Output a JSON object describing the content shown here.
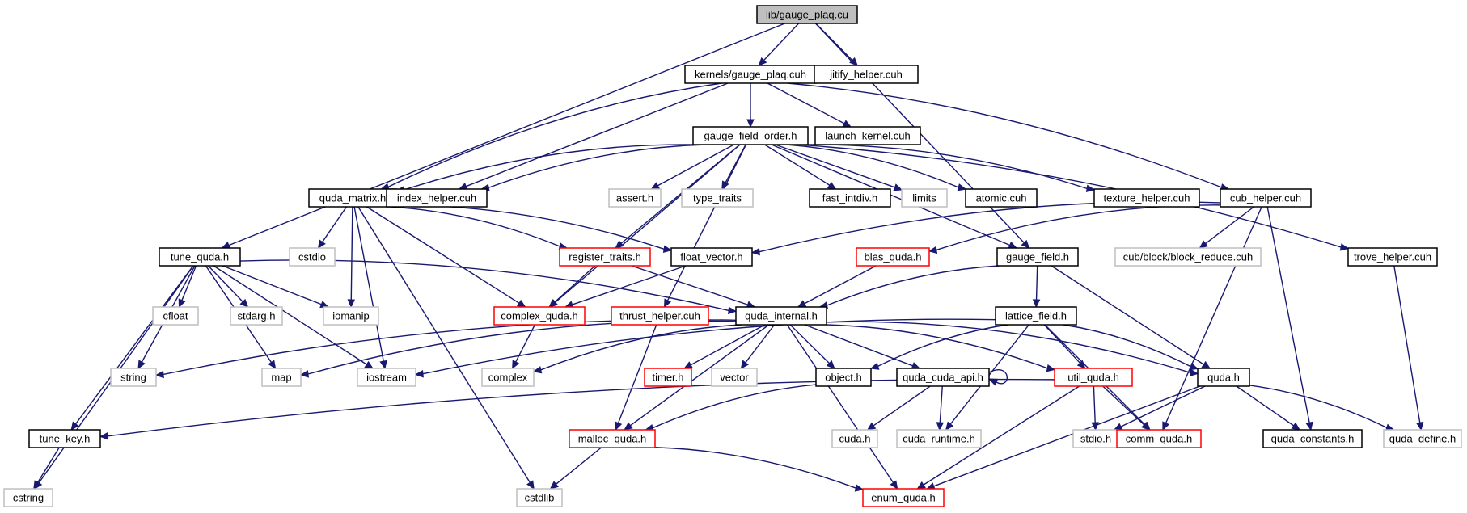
{
  "graph": {
    "colors": {
      "edge": "#191970",
      "root_fill": "#bfbfbf",
      "normal_border": "#000000",
      "external_border": "#bfbfbf",
      "truncated_border": "#ff0000"
    },
    "nodes": [
      {
        "id": "gauge_plaq",
        "label": "lib/gauge_plaq.cu",
        "style": "root"
      },
      {
        "id": "kernels_plaq",
        "label": "kernels/gauge_plaq.cuh",
        "style": "normal"
      },
      {
        "id": "jitify",
        "label": "jitify_helper.cuh",
        "style": "normal"
      },
      {
        "id": "gfo",
        "label": "gauge_field_order.h",
        "style": "normal"
      },
      {
        "id": "launch",
        "label": "launch_kernel.cuh",
        "style": "normal"
      },
      {
        "id": "qmatrix",
        "label": "quda_matrix.h",
        "style": "normal"
      },
      {
        "id": "index_helper",
        "label": "index_helper.cuh",
        "style": "normal"
      },
      {
        "id": "assert",
        "label": "assert.h",
        "style": "external"
      },
      {
        "id": "type_traits",
        "label": "type_traits",
        "style": "external"
      },
      {
        "id": "fast_intdiv",
        "label": "fast_intdiv.h",
        "style": "normal"
      },
      {
        "id": "limits",
        "label": "limits",
        "style": "external"
      },
      {
        "id": "atomic",
        "label": "atomic.cuh",
        "style": "normal"
      },
      {
        "id": "texture_helper",
        "label": "texture_helper.cuh",
        "style": "normal"
      },
      {
        "id": "cub_helper",
        "label": "cub_helper.cuh",
        "style": "normal"
      },
      {
        "id": "tune_quda",
        "label": "tune_quda.h",
        "style": "normal"
      },
      {
        "id": "cstdio",
        "label": "cstdio",
        "style": "external"
      },
      {
        "id": "register_traits",
        "label": "register_traits.h",
        "style": "truncated"
      },
      {
        "id": "float_vector",
        "label": "float_vector.h",
        "style": "normal"
      },
      {
        "id": "blas_quda",
        "label": "blas_quda.h",
        "style": "truncated"
      },
      {
        "id": "gauge_field",
        "label": "gauge_field.h",
        "style": "normal"
      },
      {
        "id": "cub_block",
        "label": "cub/block/block_reduce.cuh",
        "style": "external"
      },
      {
        "id": "trove",
        "label": "trove_helper.cuh",
        "style": "normal"
      },
      {
        "id": "cfloat",
        "label": "cfloat",
        "style": "external"
      },
      {
        "id": "stdarg",
        "label": "stdarg.h",
        "style": "external"
      },
      {
        "id": "iomanip",
        "label": "iomanip",
        "style": "external"
      },
      {
        "id": "complex_quda",
        "label": "complex_quda.h",
        "style": "truncated"
      },
      {
        "id": "thrust_helper",
        "label": "thrust_helper.cuh",
        "style": "truncated"
      },
      {
        "id": "quda_internal",
        "label": "quda_internal.h",
        "style": "normal"
      },
      {
        "id": "lattice_field",
        "label": "lattice_field.h",
        "style": "normal"
      },
      {
        "id": "string",
        "label": "string",
        "style": "external"
      },
      {
        "id": "map",
        "label": "map",
        "style": "external"
      },
      {
        "id": "iostream",
        "label": "iostream",
        "style": "external"
      },
      {
        "id": "complex",
        "label": "complex",
        "style": "external"
      },
      {
        "id": "timer",
        "label": "timer.h",
        "style": "truncated"
      },
      {
        "id": "vector",
        "label": "vector",
        "style": "external"
      },
      {
        "id": "object",
        "label": "object.h",
        "style": "normal"
      },
      {
        "id": "quda_cuda_api",
        "label": "quda_cuda_api.h",
        "style": "normal"
      },
      {
        "id": "util_quda",
        "label": "util_quda.h",
        "style": "truncated"
      },
      {
        "id": "quda_h",
        "label": "quda.h",
        "style": "normal"
      },
      {
        "id": "tune_key",
        "label": "tune_key.h",
        "style": "normal"
      },
      {
        "id": "malloc_quda",
        "label": "malloc_quda.h",
        "style": "truncated"
      },
      {
        "id": "cuda_h",
        "label": "cuda.h",
        "style": "external"
      },
      {
        "id": "cuda_runtime",
        "label": "cuda_runtime.h",
        "style": "external"
      },
      {
        "id": "stdio",
        "label": "stdio.h",
        "style": "external"
      },
      {
        "id": "comm_quda",
        "label": "comm_quda.h",
        "style": "truncated"
      },
      {
        "id": "quda_constants",
        "label": "quda_constants.h",
        "style": "normal"
      },
      {
        "id": "quda_define",
        "label": "quda_define.h",
        "style": "external"
      },
      {
        "id": "cstring",
        "label": "cstring",
        "style": "external"
      },
      {
        "id": "cstdlib",
        "label": "cstdlib",
        "style": "external"
      },
      {
        "id": "enum_quda",
        "label": "enum_quda.h",
        "style": "truncated"
      }
    ],
    "edges": [
      [
        "gauge_plaq",
        "kernels_plaq"
      ],
      [
        "gauge_plaq",
        "jitify"
      ],
      [
        "gauge_plaq",
        "tune_quda"
      ],
      [
        "gauge_plaq",
        "gauge_field"
      ],
      [
        "kernels_plaq",
        "gfo"
      ],
      [
        "kernels_plaq",
        "launch"
      ],
      [
        "kernels_plaq",
        "qmatrix"
      ],
      [
        "kernels_plaq",
        "index_helper"
      ],
      [
        "kernels_plaq",
        "cub_helper"
      ],
      [
        "gfo",
        "qmatrix"
      ],
      [
        "gfo",
        "index_helper"
      ],
      [
        "gfo",
        "assert"
      ],
      [
        "gfo",
        "type_traits"
      ],
      [
        "gfo",
        "fast_intdiv"
      ],
      [
        "gfo",
        "limits"
      ],
      [
        "gfo",
        "atomic"
      ],
      [
        "gfo",
        "texture_helper"
      ],
      [
        "gfo",
        "trove"
      ],
      [
        "gfo",
        "register_traits"
      ],
      [
        "gfo",
        "complex_quda"
      ],
      [
        "gfo",
        "thrust_helper"
      ],
      [
        "gfo",
        "gauge_field"
      ],
      [
        "qmatrix",
        "cstdio"
      ],
      [
        "qmatrix",
        "iomanip"
      ],
      [
        "qmatrix",
        "iostream"
      ],
      [
        "qmatrix",
        "cstdlib"
      ],
      [
        "qmatrix",
        "register_traits"
      ],
      [
        "qmatrix",
        "float_vector"
      ],
      [
        "qmatrix",
        "complex_quda"
      ],
      [
        "cub_helper",
        "float_vector"
      ],
      [
        "cub_helper",
        "blas_quda"
      ],
      [
        "cub_helper",
        "cub_block"
      ],
      [
        "cub_helper",
        "quda_constants"
      ],
      [
        "cub_helper",
        "comm_quda"
      ],
      [
        "tune_quda",
        "cfloat"
      ],
      [
        "tune_quda",
        "stdarg"
      ],
      [
        "tune_quda",
        "iomanip"
      ],
      [
        "tune_quda",
        "string"
      ],
      [
        "tune_quda",
        "map"
      ],
      [
        "tune_quda",
        "iostream"
      ],
      [
        "tune_quda",
        "tune_key"
      ],
      [
        "tune_quda",
        "cstring"
      ],
      [
        "tune_quda",
        "quda_internal"
      ],
      [
        "register_traits",
        "complex_quda"
      ],
      [
        "register_traits",
        "quda_internal"
      ],
      [
        "float_vector",
        "complex_quda"
      ],
      [
        "blas_quda",
        "quda_internal"
      ],
      [
        "gauge_field",
        "quda_internal"
      ],
      [
        "gauge_field",
        "lattice_field"
      ],
      [
        "gauge_field",
        "quda_h"
      ],
      [
        "trove",
        "quda_define"
      ],
      [
        "complex_quda",
        "complex"
      ],
      [
        "thrust_helper",
        "malloc_quda"
      ],
      [
        "quda_internal",
        "string"
      ],
      [
        "quda_internal",
        "map"
      ],
      [
        "quda_internal",
        "complex"
      ],
      [
        "quda_internal",
        "timer"
      ],
      [
        "quda_internal",
        "vector"
      ],
      [
        "quda_internal",
        "object"
      ],
      [
        "quda_internal",
        "quda_cuda_api"
      ],
      [
        "quda_internal",
        "util_quda"
      ],
      [
        "quda_internal",
        "quda_h"
      ],
      [
        "quda_internal",
        "malloc_quda"
      ],
      [
        "quda_internal",
        "enum_quda"
      ],
      [
        "lattice_field",
        "iostream"
      ],
      [
        "lattice_field",
        "object"
      ],
      [
        "lattice_field",
        "util_quda"
      ],
      [
        "lattice_field",
        "quda_h"
      ],
      [
        "lattice_field",
        "comm_quda"
      ],
      [
        "lattice_field",
        "cuda_runtime"
      ],
      [
        "object",
        "malloc_quda"
      ],
      [
        "quda_cuda_api",
        "quda_cuda_api"
      ],
      [
        "quda_cuda_api",
        "cuda_h"
      ],
      [
        "quda_cuda_api",
        "cuda_runtime"
      ],
      [
        "util_quda",
        "tune_key"
      ],
      [
        "util_quda",
        "stdio"
      ],
      [
        "util_quda",
        "comm_quda"
      ],
      [
        "util_quda",
        "enum_quda"
      ],
      [
        "quda_h",
        "stdio"
      ],
      [
        "quda_h",
        "quda_constants"
      ],
      [
        "quda_h",
        "quda_define"
      ],
      [
        "quda_h",
        "enum_quda"
      ],
      [
        "tune_key",
        "cstring"
      ],
      [
        "malloc_quda",
        "cstdlib"
      ],
      [
        "malloc_quda",
        "enum_quda"
      ]
    ]
  }
}
